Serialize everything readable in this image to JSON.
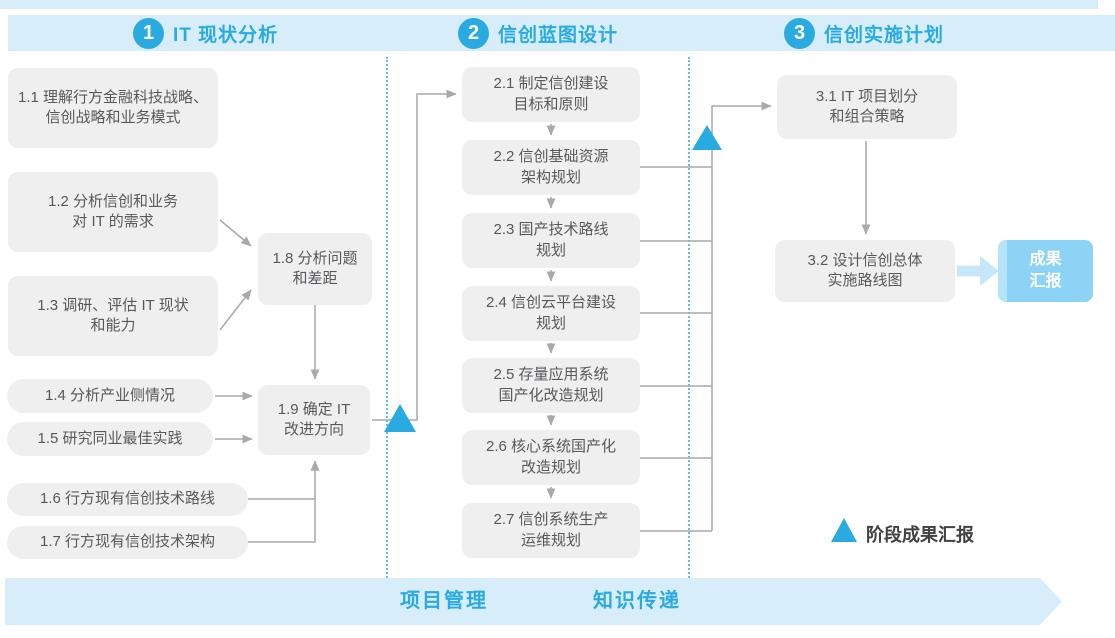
{
  "phases": [
    {
      "number": "1",
      "title": "IT 现状分析"
    },
    {
      "number": "2",
      "title": "信创蓝图设计"
    },
    {
      "number": "3",
      "title": "信创实施计划"
    }
  ],
  "boxes": {
    "b1_1": "1.1 理解行方金融科技战略、\n信创战略和业务模式",
    "b1_2": "1.2 分析信创和业务\n对 IT 的需求",
    "b1_3": "1.3 调研、评估 IT 现状\n和能力",
    "b1_4": "1.4 分析产业侧情况",
    "b1_5": "1.5 研究同业最佳实践",
    "b1_6": "1.6 行方现有信创技术路线",
    "b1_7": "1.7 行方现有信创技术架构",
    "b1_8": "1.8 分析问题\n和差距",
    "b1_9": "1.9 确定 IT\n改进方向",
    "b2_1": "2.1 制定信创建设\n目标和原则",
    "b2_2": "2.2 信创基础资源\n架构规划",
    "b2_3": "2.3 国产技术路线\n规划",
    "b2_4": "2.4 信创云平台建设\n规划",
    "b2_5": "2.5 存量应用系统\n国产化改造规划",
    "b2_6": "2.6 核心系统国产化\n改造规划",
    "b2_7": "2.7 信创系统生产\n运维规划",
    "b3_1": "3.1 IT 项目划分\n和组合策略",
    "b3_2": "3.2 设计信创总体\n实施路线图"
  },
  "result_box": {
    "label": "成果\n汇报"
  },
  "legend": {
    "marker": "triangle-icon",
    "label": "阶段成果汇报",
    "marker_color": "#29ABE2"
  },
  "bottom_bar": {
    "labels": [
      "项目管理",
      "知识传递"
    ]
  },
  "edges": [
    "1.2→1.8",
    "1.3→1.8",
    "1.8→1.9",
    "1.4→1.9",
    "1.5→1.9",
    "1.6→1.9",
    "1.7→1.9",
    "1.9→2.1",
    "2.1→2.2",
    "2.2→2.3",
    "2.3→2.4",
    "2.4→2.5",
    "2.5→2.6",
    "2.6→2.7",
    "2.2→3.1",
    "2.3→3.1",
    "2.4→3.1",
    "2.5→3.1",
    "2.6→3.1",
    "2.7→3.1",
    "3.1→3.2",
    "3.2→成果汇报"
  ],
  "milestone_markers": [
    "phase-1-end",
    "phase-2-end"
  ],
  "colors": {
    "accent_blue": "#29ABE2",
    "band_light_blue": "#D7EDFA",
    "box_gray": "#EFEFF0",
    "box_text": "#58595B",
    "line_gray": "#A7A9AC",
    "result_fill": "#8DD3F5",
    "fat_arrow": "#C5E7F9",
    "legend_text": "#414042"
  }
}
